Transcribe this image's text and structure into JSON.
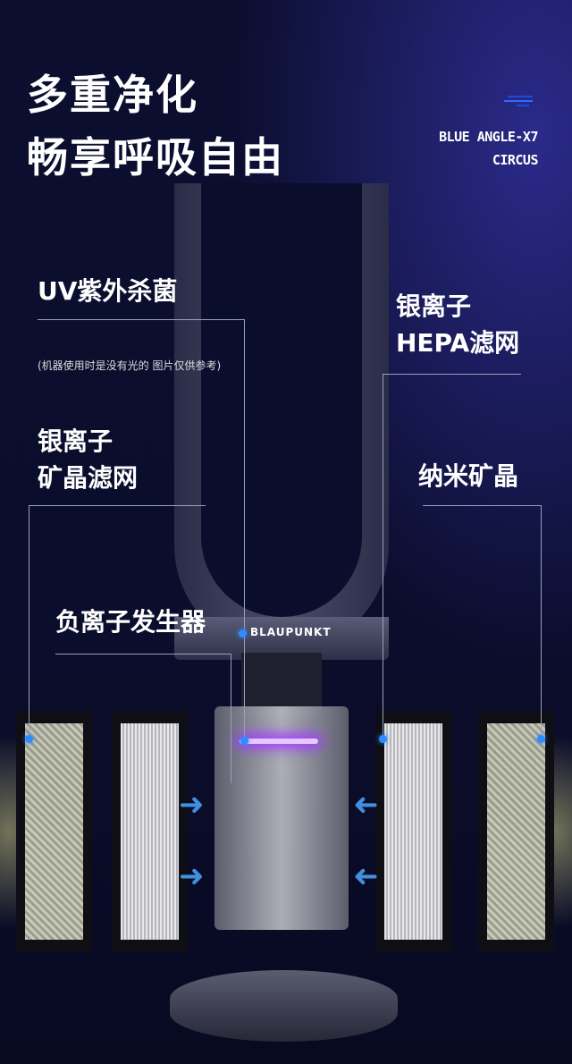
{
  "headline": {
    "line1": "多重净化",
    "line2": "畅享呼吸自由"
  },
  "brand": {
    "model": "BLUE ANGLE-X7",
    "series": "CIRCUS",
    "logo": "BLAUPUNKT"
  },
  "features": {
    "uv": "UV紫外杀菌",
    "uv_note": "(机器使用时是没有光的 图片仅供参考)",
    "silver_hepa_1": "银离子",
    "silver_hepa_2": "HEPA滤网",
    "silver_mineral_1": "银离子",
    "silver_mineral_2": "矿晶滤网",
    "nano": "纳米矿晶",
    "anion": "负离子发生器"
  },
  "colors": {
    "accent": "#2f8cff",
    "uv": "#a23cff",
    "background": "#0b0d2c"
  }
}
